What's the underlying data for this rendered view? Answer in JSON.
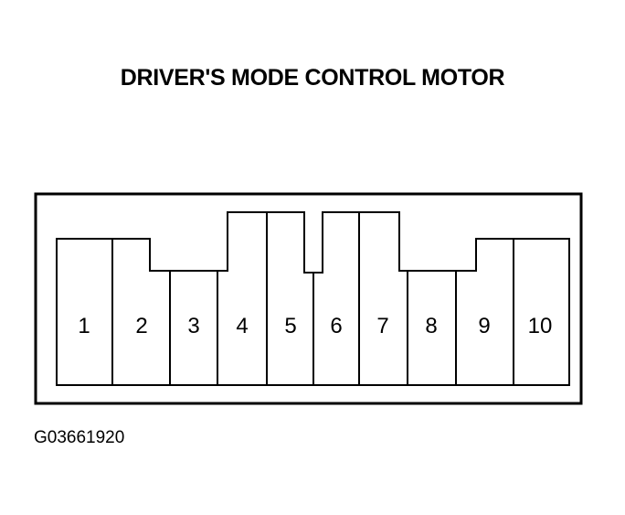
{
  "title": "DRIVER'S MODE CONTROL MOTOR",
  "figure_id": "G03661920",
  "pins": [
    "1",
    "2",
    "3",
    "4",
    "5",
    "6",
    "7",
    "8",
    "9",
    "10"
  ]
}
